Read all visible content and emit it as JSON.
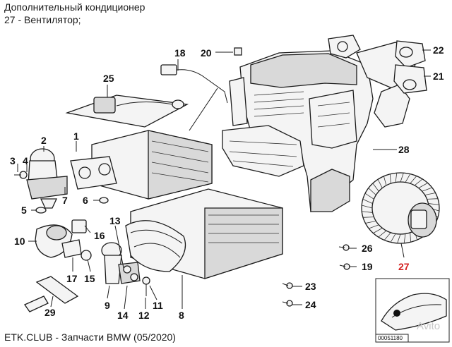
{
  "header": {
    "title": "Дополнительный кондиционер",
    "subtitle": "27 - Вентилятор;"
  },
  "footer": {
    "caption": "ETK.CLUB - Запчасти BMW (05/2020)"
  },
  "inset": {
    "code": "00051180"
  },
  "watermark": "Avito",
  "colors": {
    "highlight": "#d42020",
    "line": "#1b1b1b"
  },
  "callouts": [
    {
      "label": "1"
    },
    {
      "label": "2"
    },
    {
      "label": "3"
    },
    {
      "label": "4"
    },
    {
      "label": "5"
    },
    {
      "label": "6"
    },
    {
      "label": "7"
    },
    {
      "label": "8"
    },
    {
      "label": "9"
    },
    {
      "label": "10"
    },
    {
      "label": "11"
    },
    {
      "label": "12"
    },
    {
      "label": "13"
    },
    {
      "label": "14"
    },
    {
      "label": "15"
    },
    {
      "label": "16"
    },
    {
      "label": "17"
    },
    {
      "label": "18"
    },
    {
      "label": "19"
    },
    {
      "label": "20"
    },
    {
      "label": "21"
    },
    {
      "label": "22"
    },
    {
      "label": "23"
    },
    {
      "label": "24"
    },
    {
      "label": "25"
    },
    {
      "label": "26"
    },
    {
      "label": "27",
      "highlighted": true
    },
    {
      "label": "28"
    },
    {
      "label": "29"
    }
  ]
}
